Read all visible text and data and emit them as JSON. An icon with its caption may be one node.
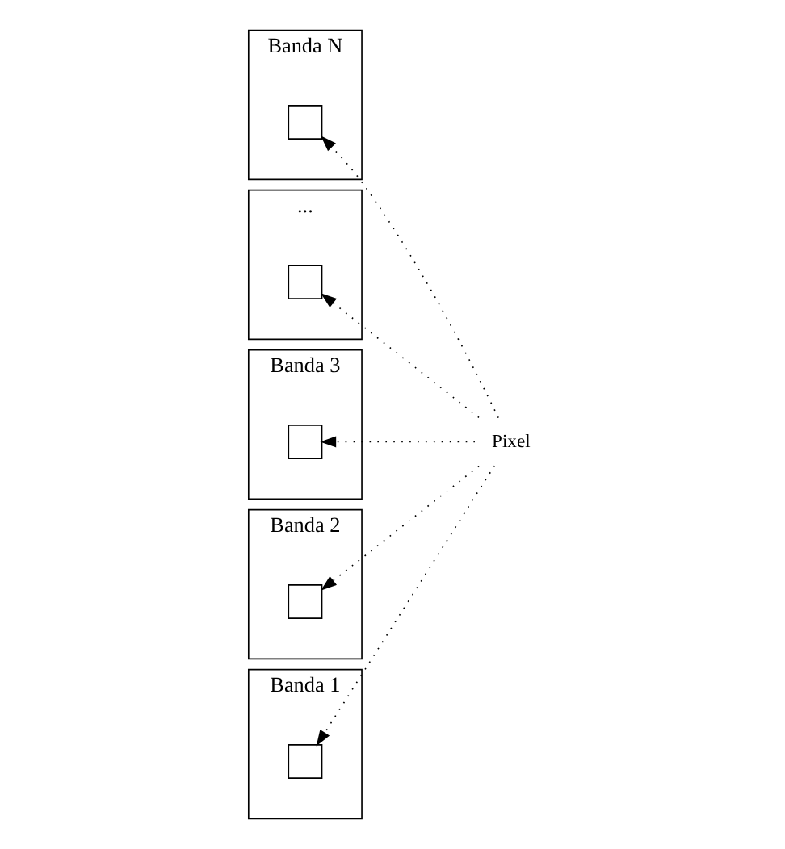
{
  "diagram": {
    "nodes": [
      {
        "text": [
          "Banda N"
        ]
      },
      {
        "text": [],
        "shape": "box",
        "in": 0
      },
      {
        "text": [
          "..."
        ]
      },
      {
        "text": [],
        "shape": "box",
        "in": 2
      },
      {
        "text": [
          "Banda 3"
        ]
      },
      {
        "text": [],
        "shape": "box",
        "in": 4
      },
      {
        "text": [
          "Banda 2"
        ]
      },
      {
        "text": [],
        "shape": "box",
        "in": 6
      },
      {
        "text": [
          "Banda 1"
        ]
      },
      {
        "text": [],
        "shape": "box",
        "in": 8
      },
      {
        "text": [
          "Pixel"
        ]
      }
    ],
    "edges": [
      {
        "from": 10,
        "to": 1,
        "arrow": "to"
      },
      {
        "from": 10,
        "to": 3,
        "arrow": "to"
      },
      {
        "from": 10,
        "to": 5,
        "arrow": "to"
      },
      {
        "from": 10,
        "to": 7,
        "arrow": "to"
      },
      {
        "from": 10,
        "to": 9,
        "arrow": "to"
      }
    ]
  }
}
